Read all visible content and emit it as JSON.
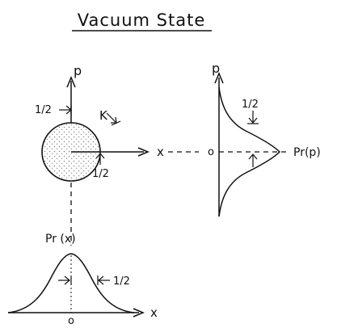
{
  "title": "Vacuum State",
  "labels": {
    "p_axis_main": "p",
    "x_axis_main": "x",
    "half_top": "1/2",
    "half_right": "1/2",
    "k_label": "K",
    "p_axis_right": "p",
    "origin_right": "o",
    "prp_label": "Pr(p)",
    "half_prp": "1/2",
    "prx_label": "Pr (x)",
    "half_prx": "1/2",
    "x_axis_bottom": "x",
    "origin_bottom": "o"
  },
  "colors": {
    "ink": "#111111",
    "background": "#ffffff",
    "dot_fill": "#8a8a8a"
  }
}
